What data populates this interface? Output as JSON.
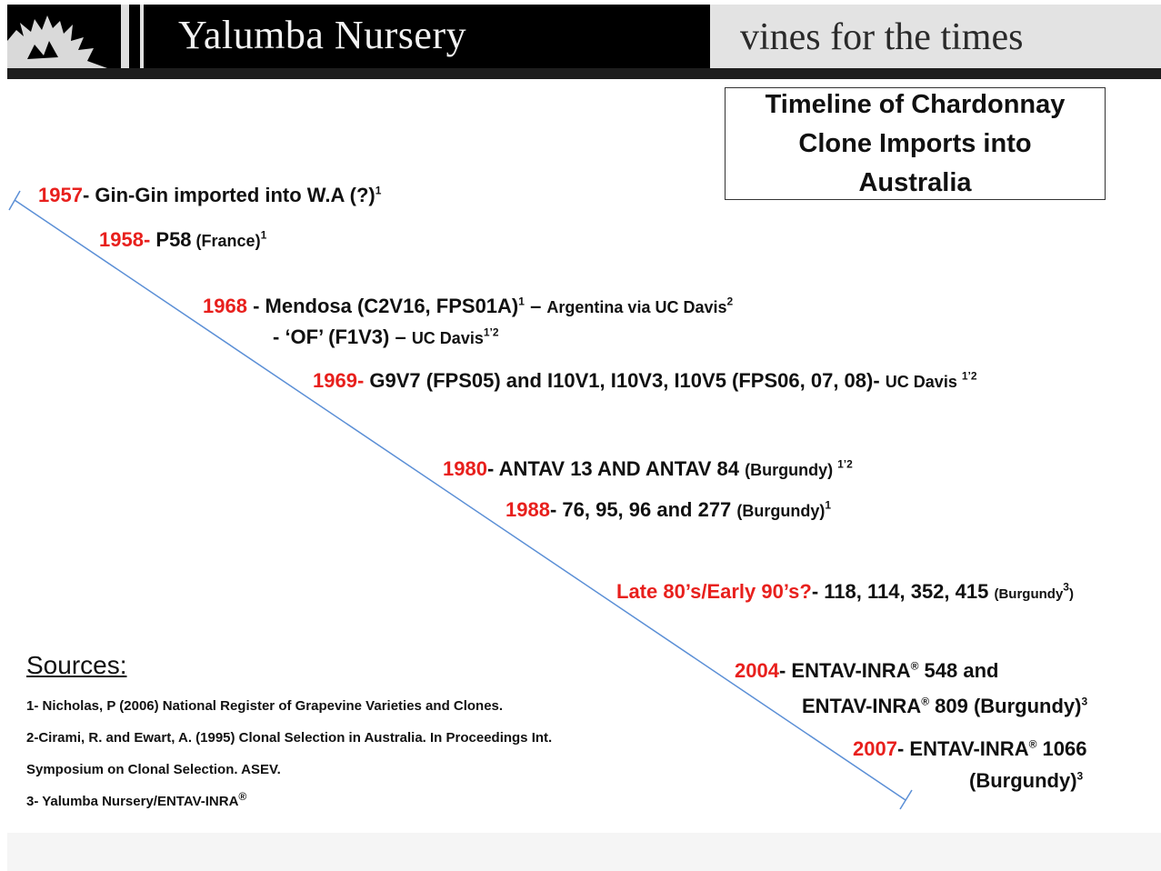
{
  "header": {
    "brand": "Yalumba Nursery",
    "tagline": "vines for the times",
    "logo_icon": "vine-silhouette-icon"
  },
  "title": "Timeline of Chardonnay\nClone Imports into\nAustralia",
  "colors": {
    "year": "#e8201d",
    "line": "#5b8fd6",
    "banner": "#000000"
  },
  "timeline": {
    "e1957": {
      "year": "1957",
      "text": "- Gin-Gin imported into W.A (?)",
      "sup": "1"
    },
    "e1958": {
      "year": "1958-",
      "text": " P58",
      "small": " (France)",
      "sup": "1"
    },
    "e1968": {
      "year": "1968",
      "text": " - Mendosa (C2V16, FPS01A)",
      "sup": "1",
      "text2": " – ",
      "small": "Argentina via UC Davis",
      "sup2": "2"
    },
    "e1968b": {
      "text": "- ‘OF’ (F1V3) – ",
      "small": "UC Davis",
      "sup": "1’2"
    },
    "e1969": {
      "year": "1969-",
      "text": " G9V7 (FPS05) and I10V1, I10V3, I10V5 (FPS06, 07, 08)- ",
      "small": "UC Davis ",
      "sup": "1’2"
    },
    "e1980": {
      "year": "1980",
      "text": "- ANTAV 13 AND ANTAV 84 ",
      "small": "(Burgundy) ",
      "sup": "1’2"
    },
    "e1988": {
      "year": "1988",
      "text": "- 76, 95, 96 and 277 ",
      "small": "(Burgundy)",
      "sup": "1"
    },
    "elate": {
      "year": "Late 80’s/Early 90’s?",
      "text": "- 118, 114, 352, 415 ",
      "small": "(Burgundy",
      "sup": "3",
      "small2": ")"
    },
    "e2004": {
      "year": "2004",
      "text": "- ENTAV-INRA",
      "sup": "®",
      "text2": " 548 and"
    },
    "e2004b": {
      "text": "ENTAV-INRA",
      "sup": "®",
      "text2": " 809 (Burgundy)",
      "sup2": "3"
    },
    "e2007": {
      "year": "2007",
      "text": "- ENTAV-INRA",
      "sup": "®",
      "text2": " 1066"
    },
    "e2007b": {
      "text": "(Burgundy)",
      "sup": "3"
    }
  },
  "sources": {
    "heading": "Sources:",
    "s1": "1- Nicholas, P (2006) National Register of Grapevine Varieties and Clones.",
    "s2": "2-Cirami, R. and Ewart, A. (1995) Clonal Selection in Australia. In Proceedings Int.",
    "s2b": "Symposium on Clonal Selection. ASEV.",
    "s3": "3- Yalumba Nursery/ENTAV-INRA",
    "s3sup": "®"
  }
}
